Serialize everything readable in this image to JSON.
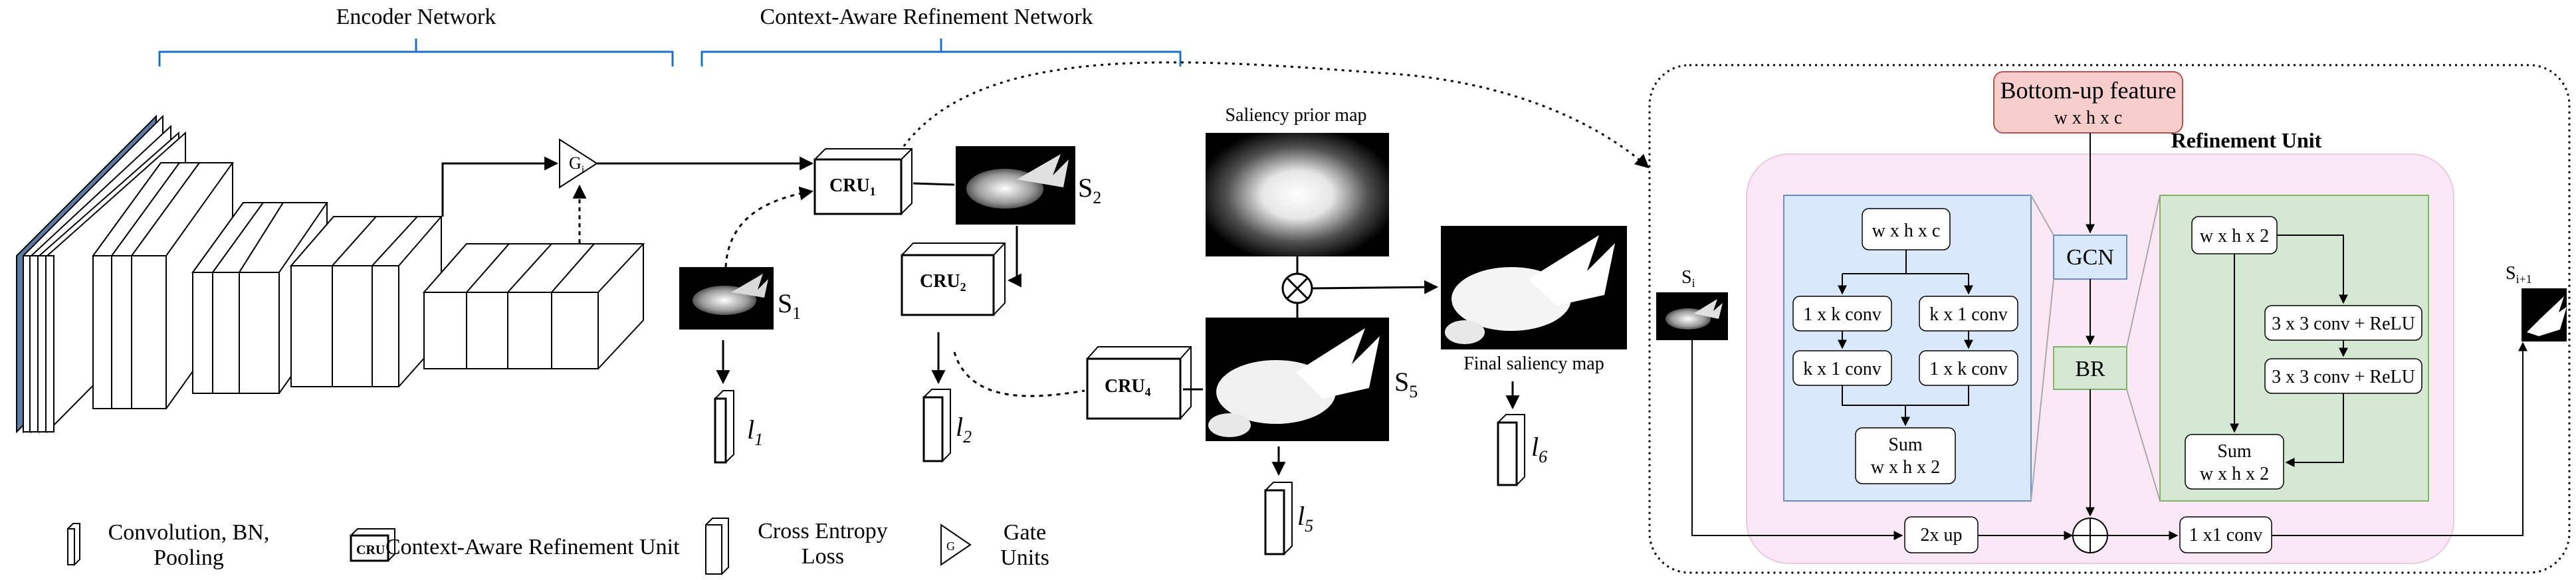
{
  "header": {
    "encoder_title": "Encoder Network",
    "car_title": "Context-Aware Refinement Network"
  },
  "gate": {
    "label": "G",
    "sub": "i"
  },
  "cru": {
    "cru1": {
      "label": "CRU",
      "sub": "1"
    },
    "cru2": {
      "label": "CRU",
      "sub": "2"
    },
    "cru4": {
      "label": "CRU",
      "sub": "4"
    }
  },
  "maps": {
    "s1": {
      "label": "S",
      "sub": "1"
    },
    "s2": {
      "label": "S",
      "sub": "2"
    },
    "s5": {
      "label": "S",
      "sub": "5"
    },
    "prior_title": "Saliency prior map",
    "final_caption": "Final saliency map"
  },
  "losses": {
    "l1": {
      "label": "l",
      "sub": "1"
    },
    "l2": {
      "label": "l",
      "sub": "2"
    },
    "l5": {
      "label": "l",
      "sub": "5"
    },
    "l6": {
      "label": "l",
      "sub": "6"
    }
  },
  "legend": {
    "conv_line1": "Convolution, BN,",
    "conv_line2": "Pooling",
    "cru_icon": "CRU",
    "cru_text": "Context-Aware Refinement Unit",
    "ce_line1": "Cross Entropy",
    "ce_line2": "Loss",
    "gate_icon": "G",
    "gate_line1": "Gate",
    "gate_line2": "Units"
  },
  "refinement": {
    "bottom_up_title": "Bottom-up feature",
    "bottom_up_dims": "w x h x c",
    "unit_title": "Refinement Unit",
    "si_label": "S",
    "si_sub": "i",
    "si1_label": "S",
    "si1_sub": "i+1",
    "gcn": {
      "input": "w x h x c",
      "conv_1xk_left": "1 x k conv",
      "conv_kx1_right": "k x 1 conv",
      "conv_kx1_left": "k x 1 conv",
      "conv_1xk_right": "1 x k conv",
      "sum": "Sum",
      "sum_dims": "w x h x 2"
    },
    "gcn_label": "GCN",
    "br_label": "BR",
    "br": {
      "input": "w x h x 2",
      "conv1": "3 x 3 conv + ReLU",
      "conv2": "3 x 3 conv + ReLU",
      "sum": "Sum",
      "sum_dims": "w x h x 2"
    },
    "upsample": "2x up",
    "conv_1x1": "1 x1 conv"
  },
  "colors": {
    "bracket": "#1f6fc8",
    "bottom_up_fill": "#f8cecc",
    "bottom_up_stroke": "#b85450",
    "unit_fill": "#fbe8f7",
    "unit_stroke": "#e8c9e0",
    "gcn_fill": "#dae8fc",
    "gcn_stroke": "#6c8ebf",
    "br_fill": "#d5e8d4",
    "br_stroke": "#82b366",
    "encoder_edge": "#5c7ca6"
  }
}
